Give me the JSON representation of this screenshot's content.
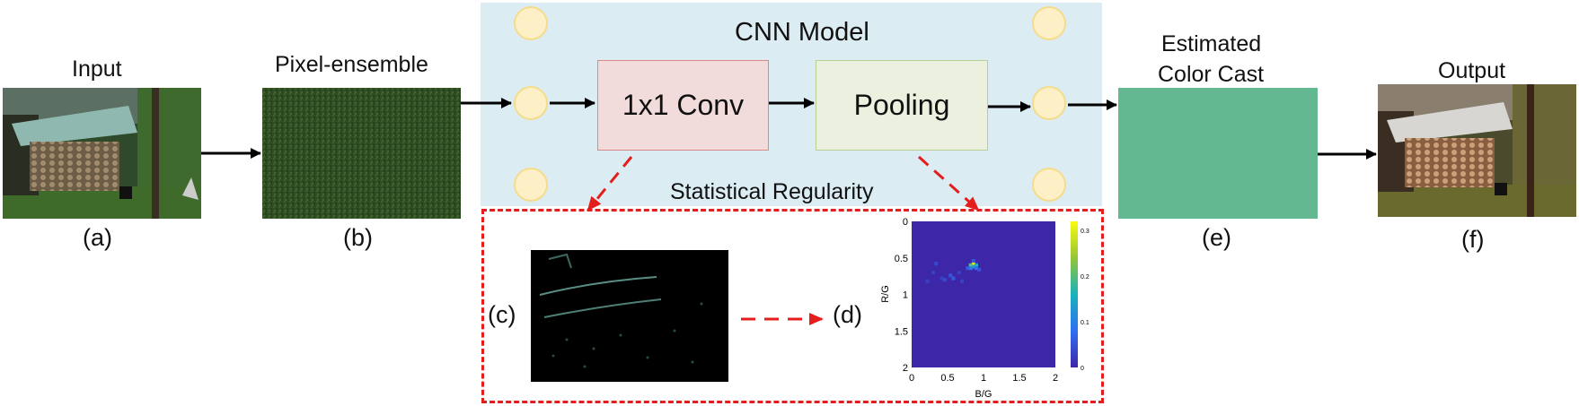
{
  "labels": {
    "input": "Input",
    "pixel_ensemble": "Pixel-ensemble",
    "cnn_model": "CNN Model",
    "conv": "1x1 Conv",
    "pooling": "Pooling",
    "estimated_color_cast_line1": "Estimated",
    "estimated_color_cast_line2": "Color Cast",
    "output": "Output",
    "statistical_regularity": "Statistical Regularity"
  },
  "sublabels": {
    "a": "(a)",
    "b": "(b)",
    "c": "(c)",
    "d": "(d)",
    "e": "(e)",
    "f": "(f)"
  },
  "colors": {
    "cnn_background": "#dcecf3",
    "conv_fill": "#f2dcdb",
    "pooling_fill": "#ebf1de",
    "node_fill": "#fdf0c7",
    "color_cast": "#63b891",
    "dashed_red": "#e41d1d"
  },
  "chart_data": {
    "type": "heatmap",
    "xlabel": "B/G",
    "ylabel": "R/G",
    "xlim": [
      0,
      2
    ],
    "ylim": [
      0,
      2
    ],
    "x_ticks": [
      "0",
      "0.5",
      "1",
      "1.5",
      "2"
    ],
    "y_ticks": [
      "0",
      "0.5",
      "1",
      "1.5",
      "2"
    ],
    "colorbar_ticks": [
      "0",
      "0.1",
      "0.2",
      "0.3"
    ],
    "colorbar_range": [
      0,
      0.32
    ],
    "cells": [
      {
        "bg": 0.86,
        "rg": 0.58,
        "value": 0.31
      },
      {
        "bg": 0.86,
        "rg": 0.62,
        "value": 0.12
      },
      {
        "bg": 0.82,
        "rg": 0.6,
        "value": 0.2
      },
      {
        "bg": 0.9,
        "rg": 0.6,
        "value": 0.16
      },
      {
        "bg": 0.82,
        "rg": 0.64,
        "value": 0.1
      },
      {
        "bg": 0.9,
        "rg": 0.64,
        "value": 0.08
      },
      {
        "bg": 0.78,
        "rg": 0.64,
        "value": 0.06
      },
      {
        "bg": 0.94,
        "rg": 0.66,
        "value": 0.05
      },
      {
        "bg": 0.86,
        "rg": 0.54,
        "value": 0.05
      },
      {
        "bg": 0.34,
        "rg": 0.58,
        "value": 0.04
      },
      {
        "bg": 0.3,
        "rg": 0.7,
        "value": 0.03
      },
      {
        "bg": 0.54,
        "rg": 0.74,
        "value": 0.05
      },
      {
        "bg": 0.58,
        "rg": 0.78,
        "value": 0.06
      },
      {
        "bg": 0.46,
        "rg": 0.8,
        "value": 0.04
      },
      {
        "bg": 0.42,
        "rg": 0.78,
        "value": 0.03
      },
      {
        "bg": 0.22,
        "rg": 0.82,
        "value": 0.03
      },
      {
        "bg": 0.7,
        "rg": 0.82,
        "value": 0.03
      },
      {
        "bg": 0.66,
        "rg": 0.7,
        "value": 0.03
      }
    ]
  }
}
